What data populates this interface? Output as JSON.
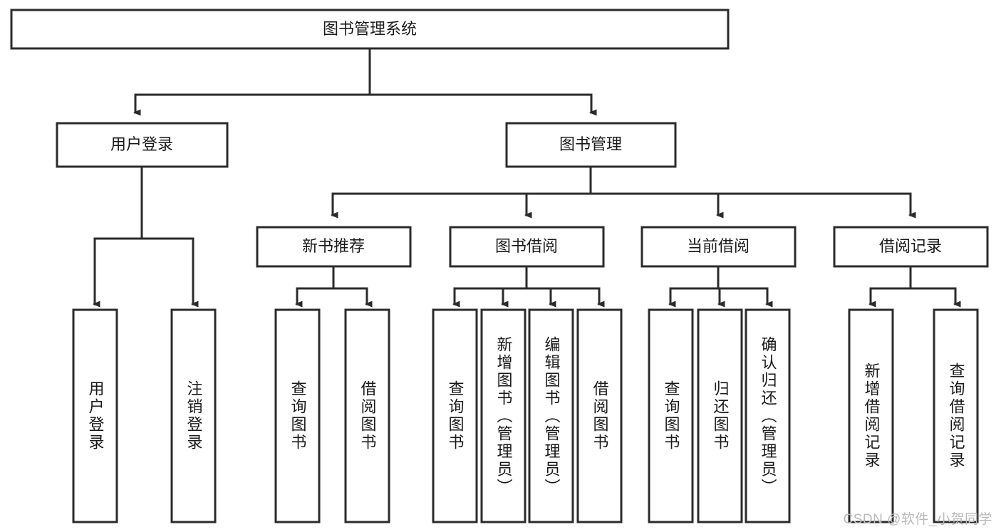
{
  "diagram": {
    "type": "tree",
    "title": "图书管理系统",
    "root": {
      "id": "root",
      "label": "图书管理系统"
    },
    "level1": [
      {
        "id": "user-login",
        "label": "用户登录"
      },
      {
        "id": "book-management",
        "label": "图书管理"
      }
    ],
    "level2": [
      {
        "id": "new-book-recommend",
        "label": "新书推荐",
        "parent": "book-management"
      },
      {
        "id": "book-borrow",
        "label": "图书借阅",
        "parent": "book-management"
      },
      {
        "id": "current-borrow",
        "label": "当前借阅",
        "parent": "book-management"
      },
      {
        "id": "borrow-record",
        "label": "借阅记录",
        "parent": "book-management"
      }
    ],
    "leaves": [
      {
        "id": "leaf-user-login",
        "label": "用户登录",
        "parent": "user-login"
      },
      {
        "id": "leaf-logout",
        "label": "注销登录",
        "parent": "user-login"
      },
      {
        "id": "leaf-query-book-rec",
        "label": "查询图书",
        "parent": "new-book-recommend"
      },
      {
        "id": "leaf-borrow-book-rec",
        "label": "借阅图书",
        "parent": "new-book-recommend"
      },
      {
        "id": "leaf-query-book-borrow",
        "label": "查询图书",
        "parent": "book-borrow"
      },
      {
        "id": "leaf-add-book",
        "label": "新增图书（管理员）",
        "parent": "book-borrow"
      },
      {
        "id": "leaf-edit-book",
        "label": "编辑图书（管理员）",
        "parent": "book-borrow"
      },
      {
        "id": "leaf-borrow-book",
        "label": "借阅图书",
        "parent": "book-borrow"
      },
      {
        "id": "leaf-query-book-cur",
        "label": "查询图书",
        "parent": "current-borrow"
      },
      {
        "id": "leaf-return-book",
        "label": "归还图书",
        "parent": "current-borrow"
      },
      {
        "id": "leaf-confirm-return",
        "label": "确认归还（管理员）",
        "parent": "current-borrow"
      },
      {
        "id": "leaf-add-record",
        "label": "新增借阅记录",
        "parent": "borrow-record"
      },
      {
        "id": "leaf-query-record",
        "label": "查询借阅记录",
        "parent": "borrow-record"
      }
    ],
    "colors": {
      "box_stroke": "#2b2b2b",
      "box_fill": "#ffffff",
      "text": "#1a1a1a",
      "connector": "#2b2b2b",
      "watermark": "#b9b9b9"
    }
  },
  "watermark": {
    "text": "CSDN @软件_小贺同学"
  }
}
